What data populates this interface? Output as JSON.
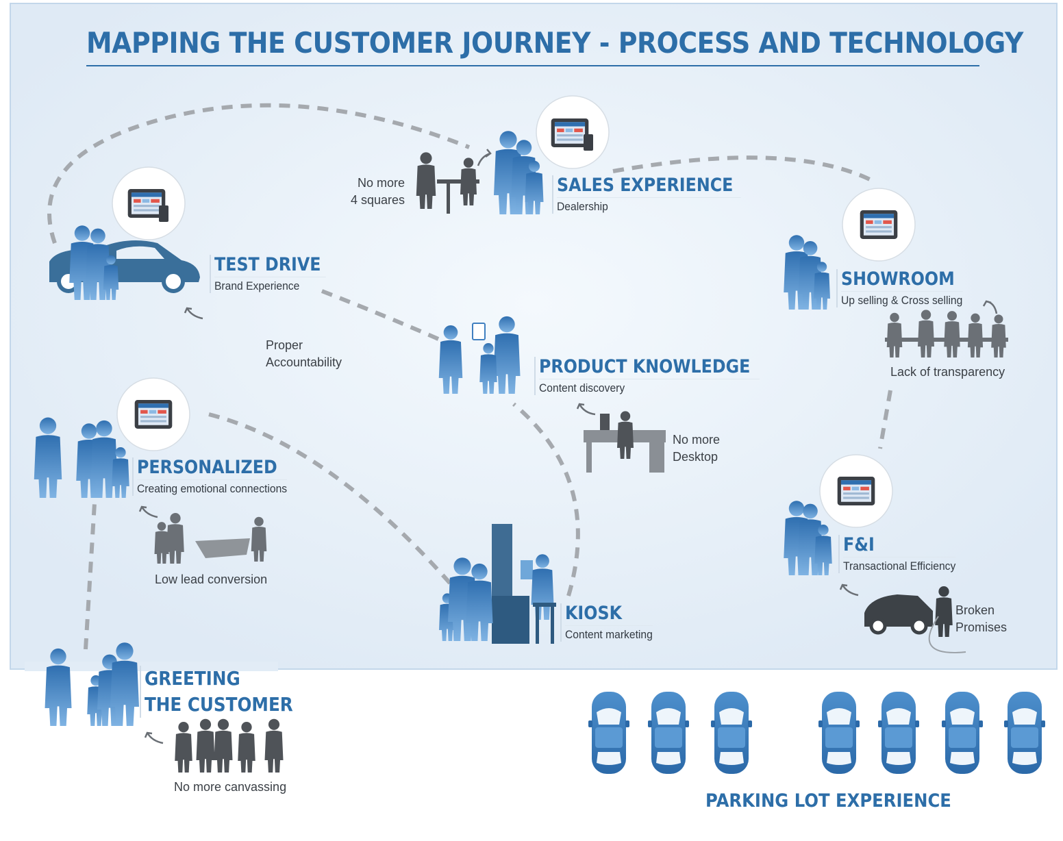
{
  "title": "MAPPING THE CUSTOMER JOURNEY - PROCESS AND TECHNOLOGY",
  "colors": {
    "accent": "#2d6ea8",
    "panel": "#e4eef7",
    "silhouette_blue": "#3f7fc0",
    "silhouette_gray": "#4f5358",
    "dashed_path": "#a5a9ae"
  },
  "stages": {
    "sales": {
      "title": "SALES EXPERIENCE",
      "subtitle": "Dealership",
      "icon": "tablet-phone-icon"
    },
    "test_drive": {
      "title": "TEST DRIVE",
      "subtitle": "Brand Experience",
      "icon": "tablet-phone-icon"
    },
    "showroom": {
      "title": "SHOWROOM",
      "subtitle": "Up selling & Cross selling",
      "icon": "tablet-icon"
    },
    "product": {
      "title": "PRODUCT KNOWLEDGE",
      "subtitle": "Content discovery"
    },
    "personalized": {
      "title": "PERSONALIZED",
      "subtitle": "Creating emotional connections",
      "icon": "tablet-icon"
    },
    "fi": {
      "title": "F&I",
      "subtitle": "Transactional Efficiency",
      "icon": "tablet-icon"
    },
    "kiosk": {
      "title": "KIOSK",
      "subtitle": "Content marketing"
    },
    "greeting": {
      "title_line1": "GREETING",
      "title_line2": "THE CUSTOMER"
    }
  },
  "pain_points": {
    "sales": {
      "line1": "No more",
      "line2": "4 squares"
    },
    "test_drive": {
      "line1": "Proper",
      "line2": "Accountability"
    },
    "showroom": {
      "line1": "Lack of transparency"
    },
    "product": {
      "line1": "No more",
      "line2": "Desktop"
    },
    "personalized": {
      "line1": "Low lead conversion"
    },
    "fi": {
      "line1": "Broken",
      "line2": "Promises"
    },
    "greeting": {
      "line1": "No more canvassing"
    }
  },
  "parking_lot": {
    "label": "PARKING LOT EXPERIENCE",
    "car_count": 7
  }
}
